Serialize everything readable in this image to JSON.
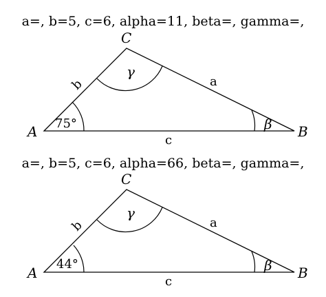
{
  "figures": [
    {
      "caption": "a=, b=5, c=6, alpha=11, beta=, gamma=,",
      "vertices": {
        "A": "A",
        "B": "B",
        "C": "C"
      },
      "sides": {
        "a": "a",
        "b": "b",
        "c": "c"
      },
      "angles": {
        "alpha": "75°",
        "beta": "β",
        "gamma": "γ"
      }
    },
    {
      "caption": "a=, b=5, c=6, alpha=66, beta=, gamma=,",
      "vertices": {
        "A": "A",
        "B": "B",
        "C": "C"
      },
      "sides": {
        "a": "a",
        "b": "b",
        "c": "c"
      },
      "angles": {
        "alpha": "44°",
        "beta": "β",
        "gamma": "γ"
      }
    }
  ]
}
